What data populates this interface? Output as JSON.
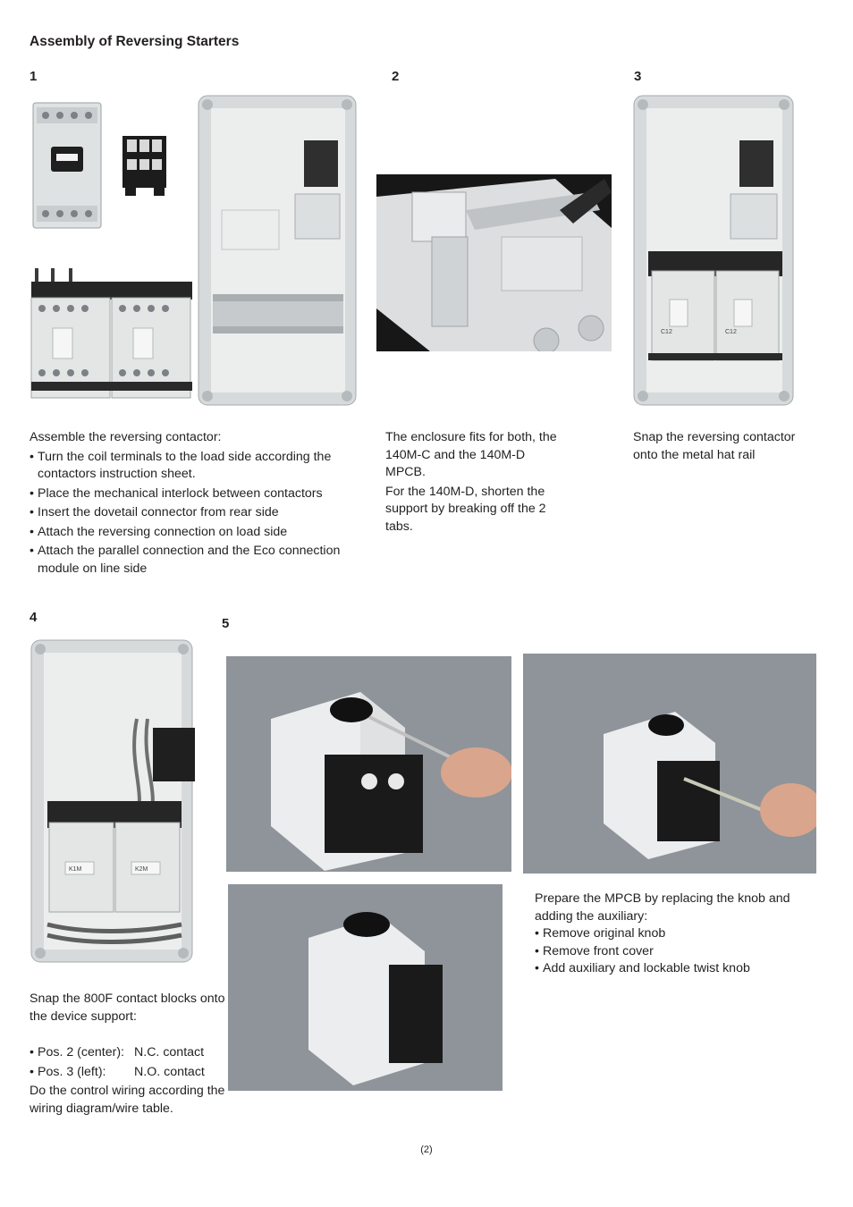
{
  "page": {
    "title": "Assembly of Reversing Starters",
    "page_number": "(2)"
  },
  "steps": {
    "s1": {
      "number": "1",
      "intro": "Assemble the reversing contactor:",
      "bullets": [
        "Turn the coil terminals to the load side according the contactors instruction sheet.",
        "Place the mechanical interlock between contactors",
        "Insert the dovetail connector from rear side",
        "Attach the reversing connection on load side",
        "Attach the parallel connection and the Eco connection module on line side"
      ]
    },
    "s2": {
      "number": "2",
      "para1": "The enclosure fits for both, the 140M-C and the 140M-D MPCB.",
      "para2": "For the 140M-D, shorten the support by breaking off the 2 tabs."
    },
    "s3": {
      "number": "3",
      "text": "Snap the reversing contactor onto the metal hat rail"
    },
    "s4": {
      "number": "4",
      "intro": "Snap the 800F contact blocks onto the device support:",
      "pos2_label": "Pos. 2 (center):",
      "pos2_value": "N.C. contact",
      "pos3_label": "Pos. 3 (left):",
      "pos3_value": "N.O. contact",
      "outro": "Do the control wiring according the wiring diagram/wire table."
    },
    "s5": {
      "number": "5",
      "intro": "Prepare the MPCB by replacing the knob and adding the auxiliary:",
      "bullets": [
        "Remove original knob",
        "Remove front cover",
        "Add auxiliary and lockable twist knob"
      ]
    }
  },
  "photo_labels": {
    "contactor_left": "C12",
    "contactor_right": "C12",
    "k1m": "K1M",
    "k2m": "K2M"
  }
}
